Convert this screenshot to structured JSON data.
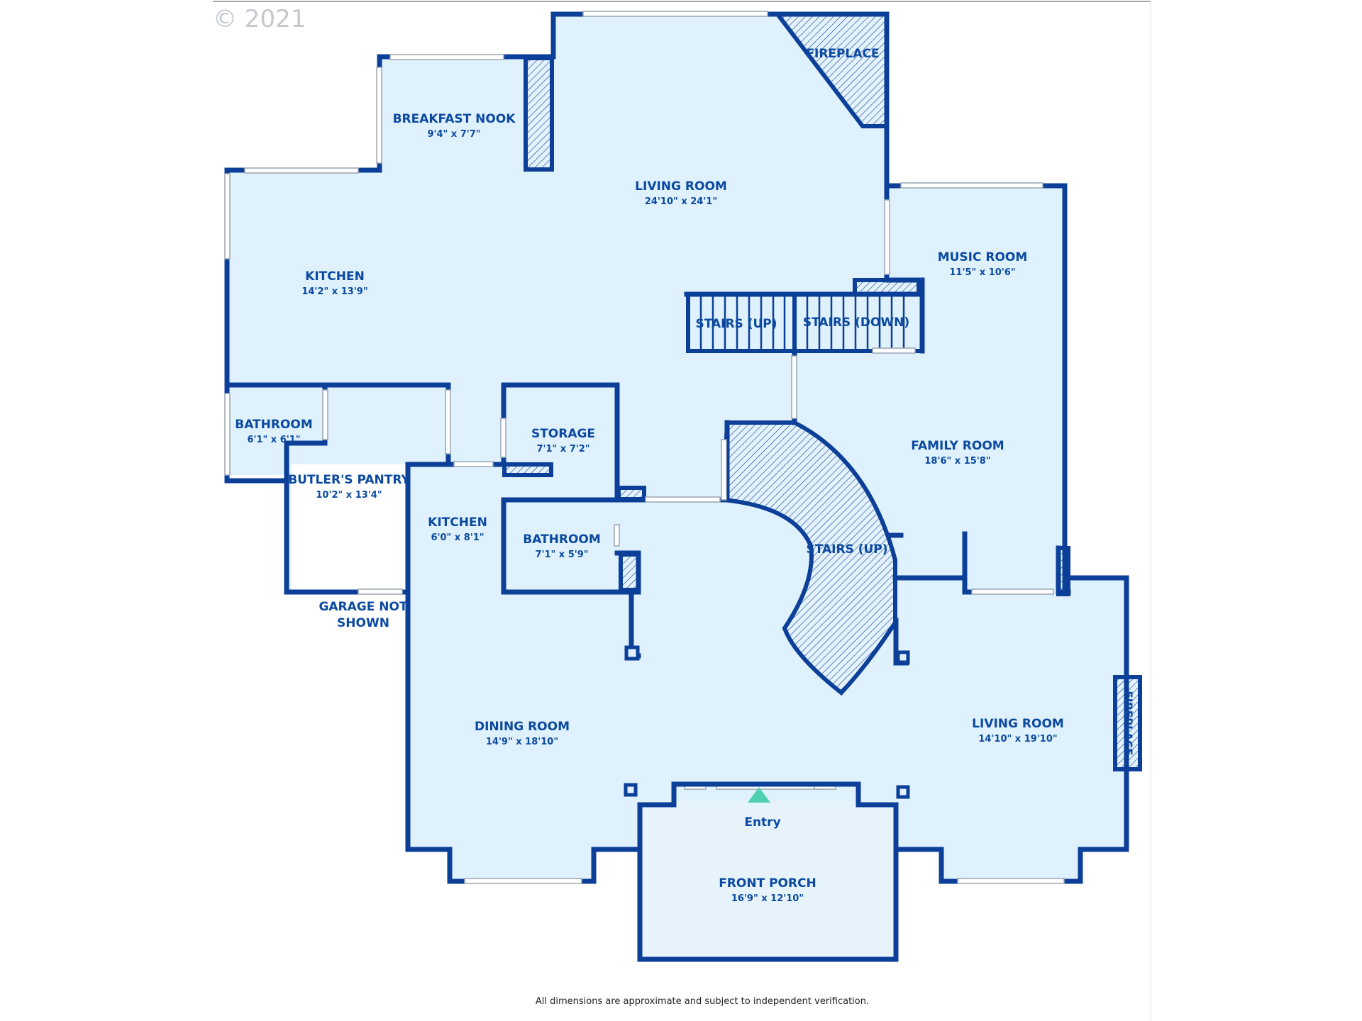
{
  "copyright": "© 2021",
  "disclaimer": "All dimensions are approximate and subject to independent verification.",
  "entry_label": "Entry",
  "fireplace_label": "FIREPLACE",
  "fireplace_side_label": "FIREPLACE",
  "rooms": {
    "breakfast_nook": {
      "name": "BREAKFAST NOOK",
      "dims": "9'4\" x 7'7\""
    },
    "living_room_upper": {
      "name": "LIVING ROOM",
      "dims": "24'10\" x 24'1\""
    },
    "kitchen_main": {
      "name": "KITCHEN",
      "dims": "14'2\" x 13'9\""
    },
    "music_room": {
      "name": "MUSIC ROOM",
      "dims": "11'5\" x 10'6\""
    },
    "stairs_up_small": {
      "name": "STAIRS (UP)"
    },
    "stairs_down": {
      "name": "STAIRS (DOWN)"
    },
    "bathroom_left": {
      "name": "BATHROOM",
      "dims": "6'1\" x 6'1\""
    },
    "butlers_pantry": {
      "name": "BUTLER'S PANTRY",
      "dims": "10'2\" x 13'4\""
    },
    "storage": {
      "name": "STORAGE",
      "dims": "7'1\" x 7'2\""
    },
    "family_room": {
      "name": "FAMILY ROOM",
      "dims": "18'6\" x 15'8\""
    },
    "kitchen_small": {
      "name": "KITCHEN",
      "dims": "6'0\" x 8'1\""
    },
    "bathroom_center": {
      "name": "BATHROOM",
      "dims": "7'1\" x 5'9\""
    },
    "stairs_up_curved": {
      "name": "STAIRS (UP)"
    },
    "garage_note": {
      "line1": "GARAGE NOT",
      "line2": "SHOWN"
    },
    "dining_room": {
      "name": "DINING ROOM",
      "dims": "14'9\" x 18'10\""
    },
    "living_room_lower": {
      "name": "LIVING ROOM",
      "dims": "14'10\" x 19'10\""
    },
    "front_porch": {
      "name": "FRONT PORCH",
      "dims": "16'9\" x 12'10\""
    }
  },
  "colors": {
    "wall": "#0b3f98",
    "room_fill": "#dff1fc",
    "label": "#0b4aa0",
    "entry_marker": "#4fd1b0"
  }
}
